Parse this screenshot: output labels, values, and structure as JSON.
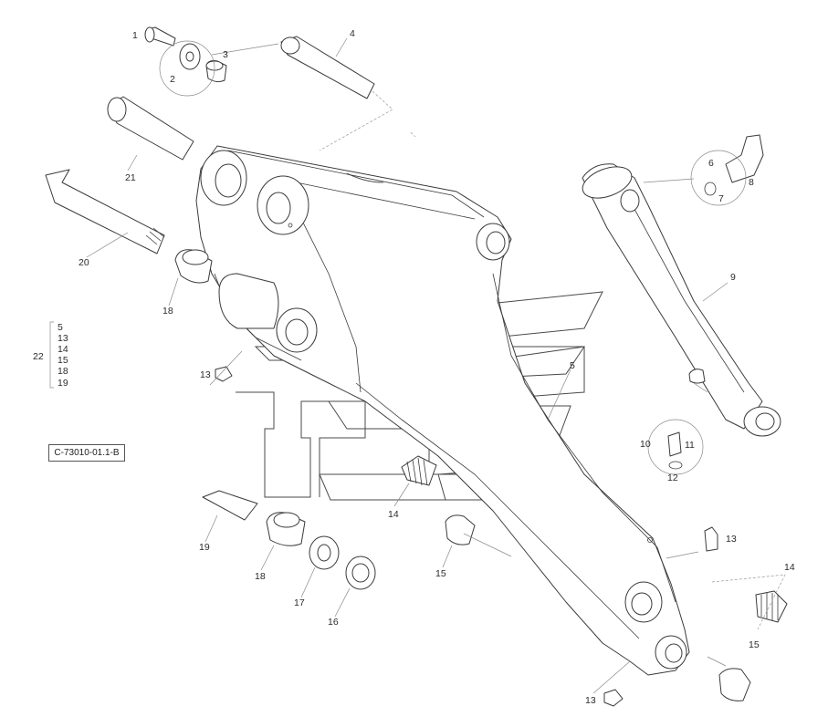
{
  "reference_code": "C-73010-01.1-B",
  "group_bracket": {
    "label": "22",
    "items": [
      "5",
      "13",
      "14",
      "15",
      "18",
      "19"
    ]
  },
  "callouts": {
    "c1": "1",
    "c2": "2",
    "c3": "3",
    "c4": "4",
    "c5": "5",
    "c6": "6",
    "c7": "7",
    "c8": "8",
    "c9": "9",
    "c10": "10",
    "c11": "11",
    "c12": "12",
    "c13a": "13",
    "c13b": "13",
    "c13c": "13",
    "c14a": "14",
    "c14b": "14",
    "c15a": "15",
    "c15b": "15",
    "c16": "16",
    "c17": "17",
    "c18a": "18",
    "c18b": "18",
    "c19": "19",
    "c20": "20",
    "c21": "21"
  }
}
